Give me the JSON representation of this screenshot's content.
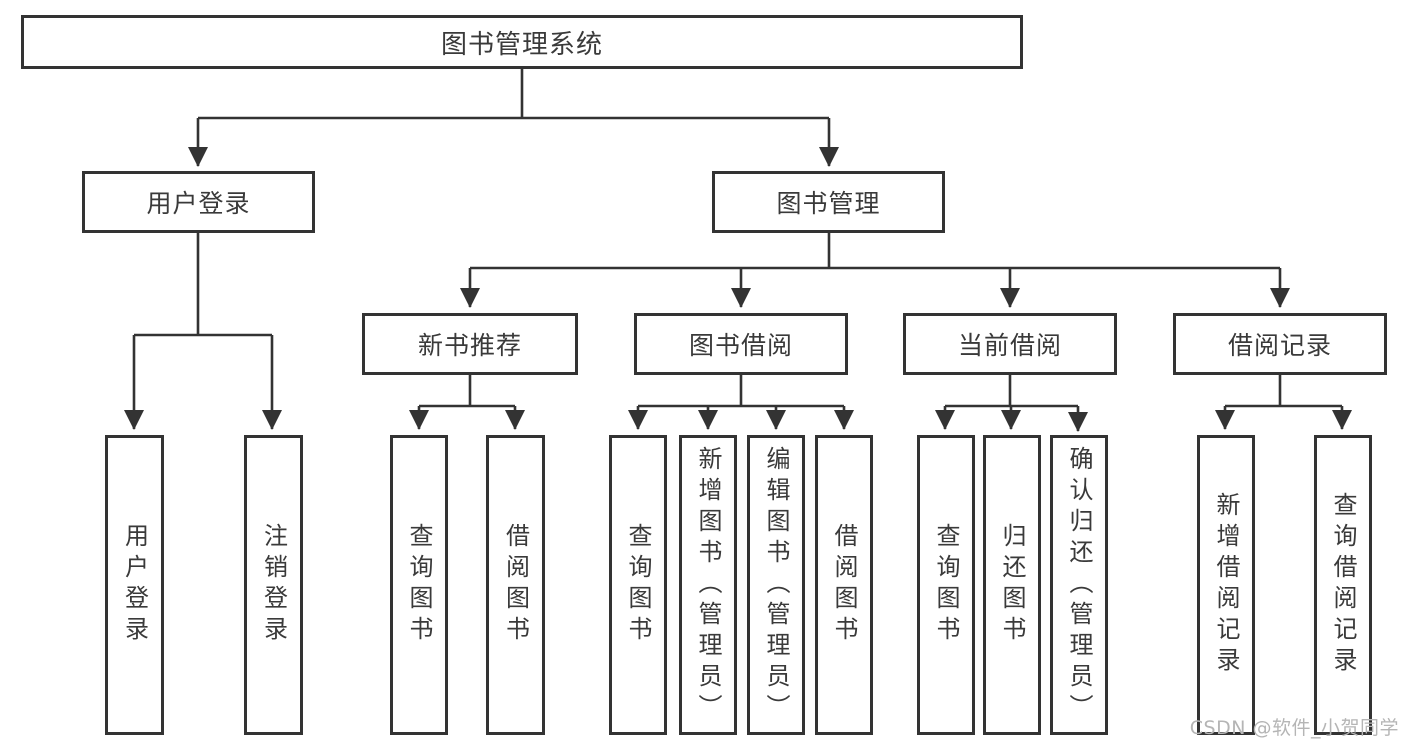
{
  "tree": {
    "root": {
      "label": "图书管理系统"
    },
    "branches": [
      {
        "label": "用户登录",
        "children": [
          {
            "label": "用户登录"
          },
          {
            "label": "注销登录"
          }
        ]
      },
      {
        "label": "图书管理",
        "children": [
          {
            "label": "新书推荐",
            "children": [
              {
                "label": "查询图书"
              },
              {
                "label": "借阅图书"
              }
            ]
          },
          {
            "label": "图书借阅",
            "children": [
              {
                "label": "查询图书"
              },
              {
                "label": "新增图书（管理员）"
              },
              {
                "label": "编辑图书（管理员）"
              },
              {
                "label": "借阅图书"
              }
            ]
          },
          {
            "label": "当前借阅",
            "children": [
              {
                "label": "查询图书"
              },
              {
                "label": "归还图书"
              },
              {
                "label": "确认归还（管理员）"
              }
            ]
          },
          {
            "label": "借阅记录",
            "children": [
              {
                "label": "新增借阅记录"
              },
              {
                "label": "查询借阅记录"
              }
            ]
          }
        ]
      }
    ]
  },
  "watermark": "CSDN @软件_小贺同学",
  "colors": {
    "line": "#333333",
    "border": "#333333",
    "text": "#3a3a3a",
    "background": "#ffffff",
    "watermark": "#b5b5b5"
  }
}
